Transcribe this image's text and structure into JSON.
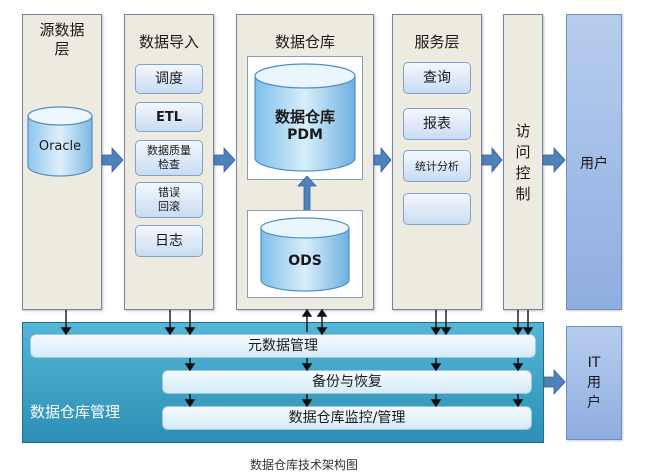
{
  "columns": {
    "source": {
      "title": "源数据\n层",
      "cylinder": "Oracle"
    },
    "import": {
      "title": "数据导入",
      "items": [
        "调度",
        "ETL",
        "数据质量\n检查",
        "错误\n回滚",
        "日志"
      ]
    },
    "warehouse": {
      "title": "数据仓库",
      "pdm_line1": "数据仓库",
      "pdm_line2": "PDM",
      "ods": "ODS"
    },
    "service": {
      "title": "服务层",
      "items": [
        "查询",
        "报表",
        "统计分析",
        ""
      ]
    },
    "access": {
      "title": "访\n问\n控\n制"
    },
    "user": {
      "title": "用户"
    }
  },
  "management": {
    "title": "数据仓库管理",
    "bars": [
      "元数据管理",
      "备份与恢复",
      "数据仓库监控/管理"
    ]
  },
  "it_user": {
    "title": "IT\n用\n户"
  },
  "caption": "数据仓库技术架构图"
}
